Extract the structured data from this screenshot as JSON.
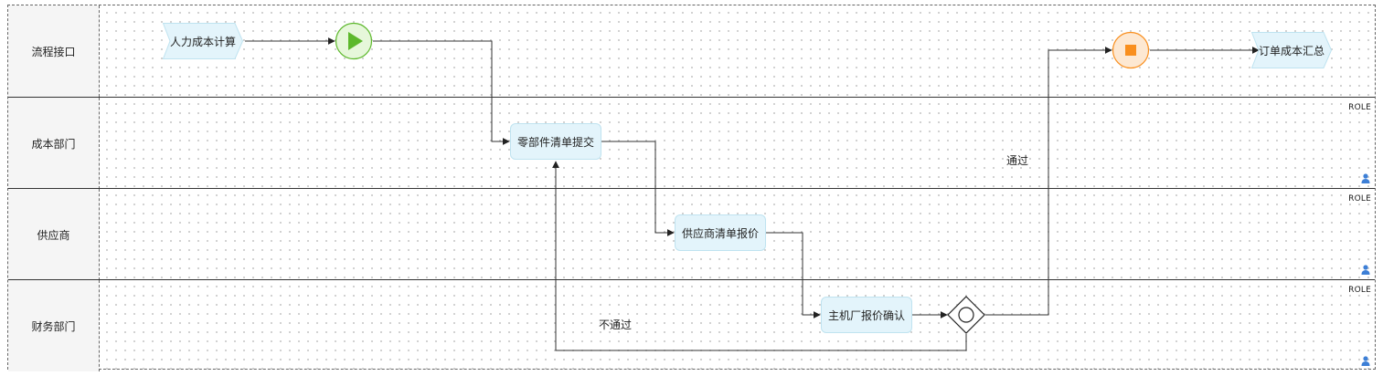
{
  "lanes": [
    {
      "label": "流程接口",
      "role": ""
    },
    {
      "label": "成本部门",
      "role": "ROLE"
    },
    {
      "label": "供应商",
      "role": "ROLE"
    },
    {
      "label": "财务部门",
      "role": "ROLE"
    }
  ],
  "interfaces": {
    "labor_cost": "人力成本计算",
    "order_summary": "订单成本汇总"
  },
  "tasks": {
    "parts_list": "零部件清单提交",
    "supplier_quote": "供应商清单报价",
    "oem_confirm": "主机厂报价确认"
  },
  "edge_labels": {
    "pass": "通过",
    "fail": "不通过"
  },
  "colors": {
    "task_fill": "#e3f4fb",
    "start_green": "#5cb82b",
    "end_orange": "#f98f1e"
  }
}
